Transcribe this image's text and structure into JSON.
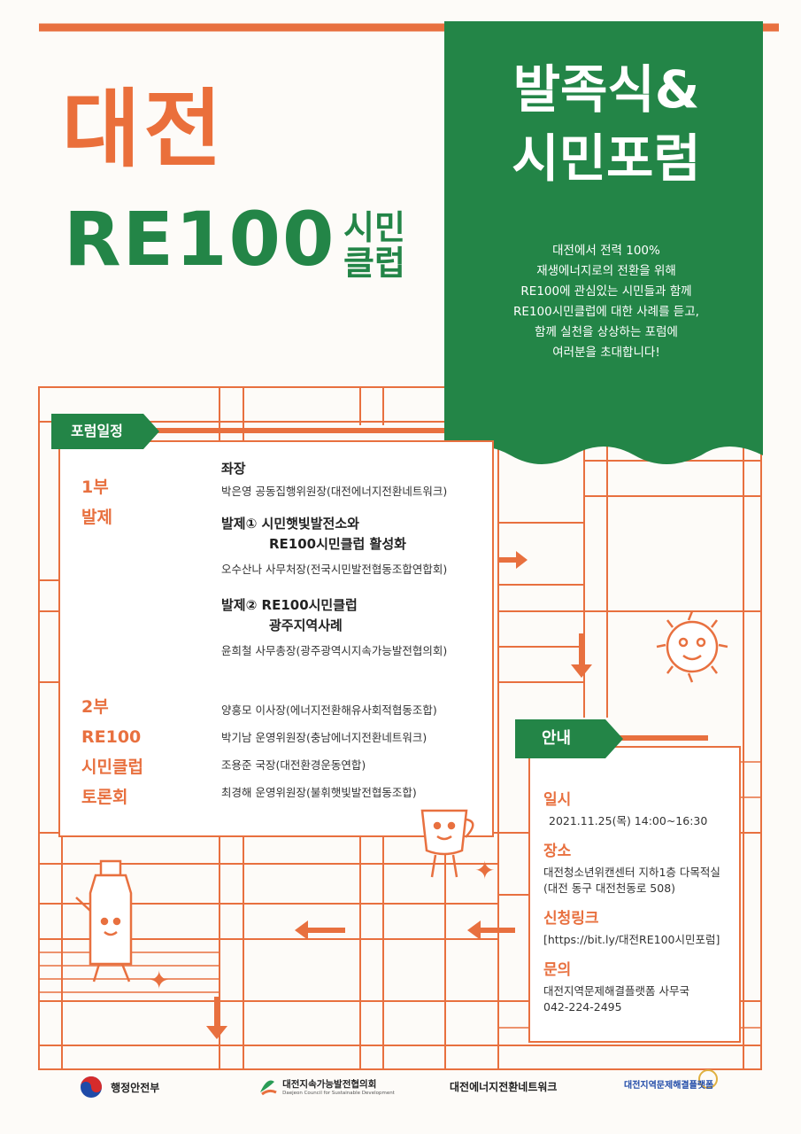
{
  "title": {
    "line1": "대전",
    "re100": "RE100",
    "sub_line1": "시민",
    "sub_line2": "클럽"
  },
  "banner": {
    "line1": "발족식&",
    "line2": "시민포럼",
    "description": "대전에서 전력 100%\n재생에너지로의 전환을 위해\nRE100에 관심있는 시민들과 함께\nRE100시민클럽에 대한 사례를 듣고,\n함께 실천을 상상하는 포럼에\n여러분을 초대합니다!"
  },
  "schedule": {
    "tag": "포럼일정",
    "part1": {
      "label": "1부\n발제",
      "chair_title": "좌장",
      "chair_name": "박은영 공동집행위원장(대전에너지전환네트워크)",
      "talk1_title_a": "발제① 시민햇빛발전소와",
      "talk1_title_b": "RE100시민클럽 활성화",
      "talk1_speaker": "오수산나 사무처장(전국시민발전협동조합연합회)",
      "talk2_title_a": "발제② RE100시민클럽",
      "talk2_title_b": "광주지역사례",
      "talk2_speaker": "윤희철 사무총장(광주광역시지속가능발전협의회)"
    },
    "part2": {
      "label": "2부\nRE100\n시민클럽\n토론회",
      "panelists": [
        "양흥모 이사장(에너지전환해유사회적협동조합)",
        "박기남 운영위원장(충남에너지전환네트워크)",
        "조용준 국장(대전환경운동연합)",
        "최경해 운영위원장(불휘햇빛발전협동조합)"
      ]
    }
  },
  "info": {
    "tag": "안내",
    "date_head": "일시",
    "date_value": "2021.11.25(목) 14:00~16:30",
    "place_head": "장소",
    "place_value1": "대전청소년위캔센터 지하1층 다목적실",
    "place_value2": "(대전 동구 대전천동로 508)",
    "link_head": "신청링크",
    "link_value": "[https://bit.ly/대전RE100시민포럼]",
    "contact_head": "문의",
    "contact_value1": "대전지역문제해결플랫폼 사무국",
    "contact_value2": "042-224-2495"
  },
  "footer": {
    "logo1": "행정안전부",
    "logo2": "대전지속가능발전협의회",
    "logo2_sub": "Daejeon Council for Sustainable Development",
    "logo3": "대전에너지전환네트워크",
    "logo4": "대전지역문제해결플랫폼"
  },
  "colors": {
    "orange": "#e8703f",
    "green": "#238547",
    "background": "#fdfbf8"
  }
}
